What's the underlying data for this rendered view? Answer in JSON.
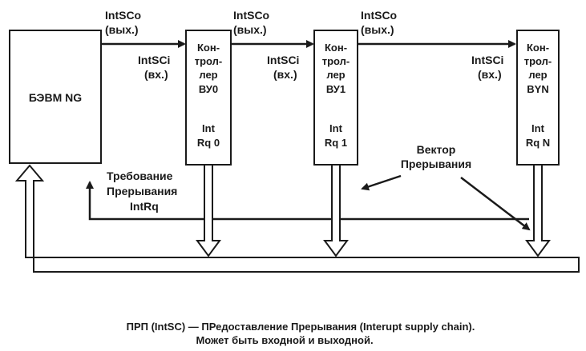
{
  "cpu": {
    "label": "БЭВМ NG"
  },
  "controllers": [
    {
      "lines": [
        "Кон-",
        "трол-",
        "лер",
        "ВУ0"
      ],
      "int": [
        "Int",
        "Rq 0"
      ]
    },
    {
      "lines": [
        "Кон-",
        "трол-",
        "лер",
        "ВУ1"
      ],
      "int": [
        "Int",
        "Rq 1"
      ]
    },
    {
      "lines": [
        "Кон-",
        "трол-",
        "лер",
        "BYN"
      ],
      "int": [
        "Int",
        "Rq N"
      ]
    }
  ],
  "signals": {
    "intsco": "IntSCo",
    "out": "(вых.)",
    "intsci": "IntSCi",
    "in": "(вх.)"
  },
  "request": {
    "lines": [
      "Требование",
      "Прерывания",
      "IntRq"
    ]
  },
  "vector": {
    "lines": [
      "Вектор",
      "Прерывания"
    ]
  },
  "footer": {
    "line1": "ПРП (IntSC) — ПРедоставление Прерывания (Interupt supply chain).",
    "line2": "Может быть входной и выходной."
  },
  "colors": {
    "stroke": "#1a1a1a",
    "fill": "#ffffff"
  }
}
